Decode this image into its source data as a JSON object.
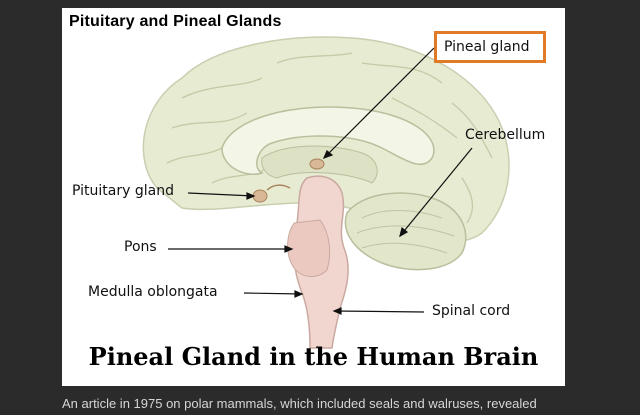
{
  "figure": {
    "title": "Pituitary and Pineal Glands",
    "caption": "Pineal Gland in the Human Brain",
    "labels": {
      "pineal_gland": "Pineal gland",
      "cerebellum": "Cerebellum",
      "pituitary_gland": "Pituitary gland",
      "pons": "Pons",
      "medulla_oblongata": "Medulla oblongata",
      "spinal_cord": "Spinal cord"
    },
    "colors": {
      "highlight_border": "#e07a27",
      "brain_fill": "#e7ebd2",
      "brainstem_fill": "#f1d6cf",
      "gland_fill": "#d9b896"
    }
  },
  "article": {
    "text": "An article in 1975 on polar mammals, which included seals and walruses, revealed"
  }
}
